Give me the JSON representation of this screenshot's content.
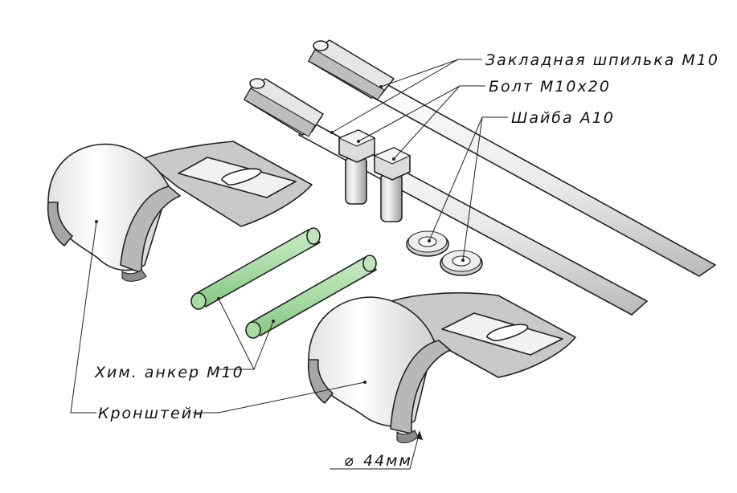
{
  "labels": {
    "stud": "Закладная шпилька М10",
    "bolt": "Болт М10х20",
    "washer": "Шайба А10",
    "anchor": "Хим. анкер М10",
    "bracket": "Кронштейн",
    "diameter": "44мм",
    "diameter_symbol": "⌀"
  },
  "colors": {
    "anchor_fill": "#a9dca5",
    "anchor_dark": "#86c784",
    "metal_light": "#f7f7f7",
    "metal_mid": "#d9d9d9",
    "metal_dark": "#9a9a9a",
    "metal_shadow": "#6f6f6f"
  }
}
